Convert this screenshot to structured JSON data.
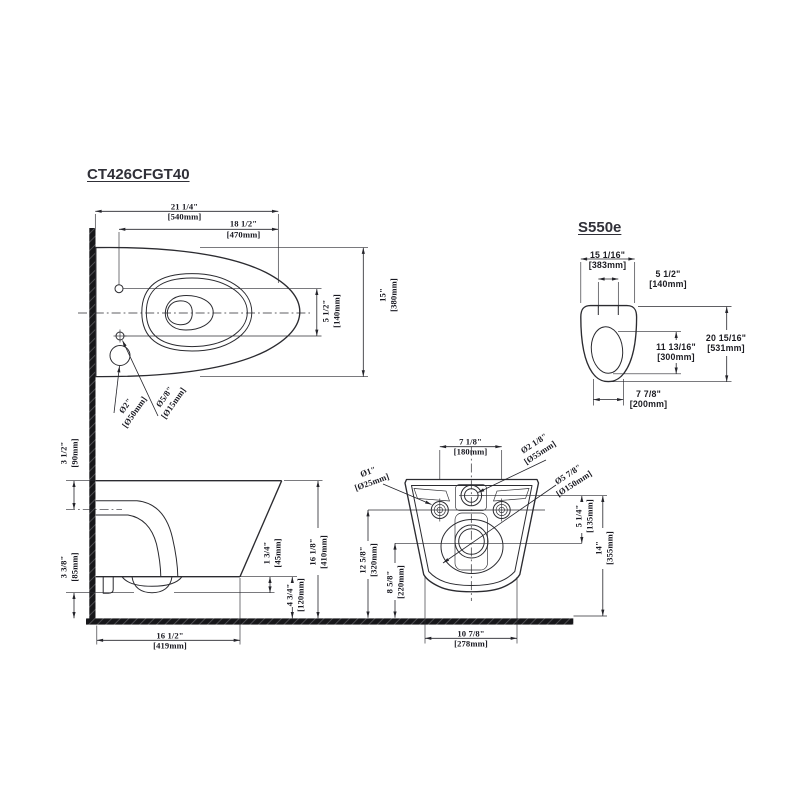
{
  "t": {
    "bowl": "CT426CFGT40",
    "washlet": "S550e"
  },
  "colors": {
    "line": "#2b2b30",
    "text": "#181820",
    "background": "#ffffff"
  },
  "d": {
    "top_overall": {
      "in": "21 1/4\"",
      "mm": "[540mm]"
    },
    "top_bolt": {
      "in": "18 1/2\"",
      "mm": "[470mm]"
    },
    "top_width": {
      "in": "15\"",
      "mm": "[380mm]"
    },
    "top_seat_holes": {
      "in": "5 1/2\"",
      "mm": "[140mm]"
    },
    "top_hole_small": {
      "in": "Ø5/8\"",
      "mm": "[Ø15mm]"
    },
    "top_hole_large": {
      "in": "Ø2\"",
      "mm": "[Ø50mm]"
    },
    "washlet_width": {
      "in": "15 1/16\"",
      "mm": "[383mm]"
    },
    "washlet_hinge": {
      "in": "5 1/2\"",
      "mm": "[140mm]"
    },
    "washlet_length": {
      "in": "20 15/16\"",
      "mm": "[531mm]"
    },
    "washlet_opening": {
      "in": "11 13/16\"",
      "mm": "[300mm]"
    },
    "washlet_front": {
      "in": "7 7/8\"",
      "mm": "[200mm]"
    },
    "side_top_to_cl": {
      "in": "3 1/2\"",
      "mm": "[90mm]"
    },
    "side_bottom": {
      "in": "3 3/8\"",
      "mm": "[85mm]"
    },
    "side_rim": {
      "in": "1 3/4\"",
      "mm": "[45mm]"
    },
    "side_clearance": {
      "in": "4 3/4\"",
      "mm": "[120mm]"
    },
    "side_height": {
      "in": "16 1/8\"",
      "mm": "[410mm]"
    },
    "side_depth": {
      "in": "16 1/2\"",
      "mm": "[419mm]"
    },
    "rear_bolt_spacing": {
      "in": "7 1/8\"",
      "mm": "[180mm]"
    },
    "rear_bolt_dia": {
      "in": "Ø1\"",
      "mm": "[Ø25mm]"
    },
    "rear_supply_dia": {
      "in": "Ø2 1/8\"",
      "mm": "[Ø55mm]"
    },
    "rear_outlet_dia": {
      "in": "Ø5 7/8\"",
      "mm": "[Ø150mm]"
    },
    "rear_cl_offset": {
      "in": "5 1/4\"",
      "mm": "[135mm]"
    },
    "rear_supply_h": {
      "in": "14\"",
      "mm": "[355mm]"
    },
    "rear_bolt_h": {
      "in": "12 5/8\"",
      "mm": "[320mm]"
    },
    "rear_outlet_h": {
      "in": "8 5/8\"",
      "mm": "[220mm]"
    },
    "rear_width": {
      "in": "10 7/8\"",
      "mm": "[278mm]"
    }
  }
}
